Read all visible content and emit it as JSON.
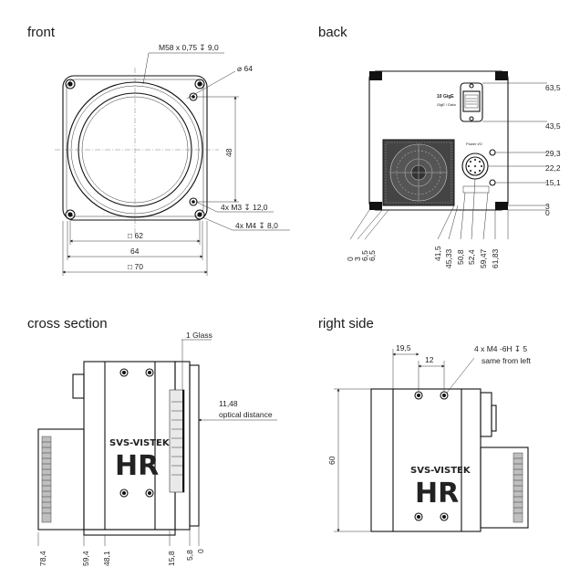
{
  "views": {
    "front": {
      "title": "front",
      "thread": "M58 x 0,75 ↧ 9,0",
      "diameter": "⌀ 64",
      "height": "48",
      "holes_m3": "4x M3 ↧ 12,0",
      "holes_m4": "4x M4 ↧ 8,0",
      "width_62": "□ 62",
      "width_64": "64",
      "width_70": "□ 70"
    },
    "back": {
      "title": "back",
      "port_label": "10 GigE",
      "port_sub": "GigE / Data",
      "power_label": "Power I/O",
      "right_dims": [
        "63,5",
        "43,5",
        "29,3",
        "22,2",
        "15,1",
        "3",
        "0"
      ],
      "bottom_dims": [
        "0",
        "3",
        "6,5",
        "6,5",
        "41,5",
        "45,33",
        "50,8",
        "52,4",
        "59,47",
        "61,83"
      ]
    },
    "cross": {
      "title": "cross section",
      "glass": "1 Glass",
      "dist_value": "11,48",
      "dist_label": "optical distance",
      "bottom_dims": [
        "78,4",
        "59,4",
        "48,1",
        "15,8",
        "5,8",
        "0"
      ],
      "logo_brand": "SVS-VISTEK",
      "logo_model": "HR"
    },
    "right": {
      "title": "right side",
      "d1": "19,5",
      "d2": "12",
      "note1": "4 x M4 -6H ↧ 5",
      "note2": "same from left",
      "height": "60",
      "logo_brand": "SVS-VISTEK",
      "logo_model": "HR"
    }
  },
  "colors": {
    "line": "#111111",
    "fill_grey": "#bfbfbf",
    "light_grey": "#e9e9e9"
  }
}
